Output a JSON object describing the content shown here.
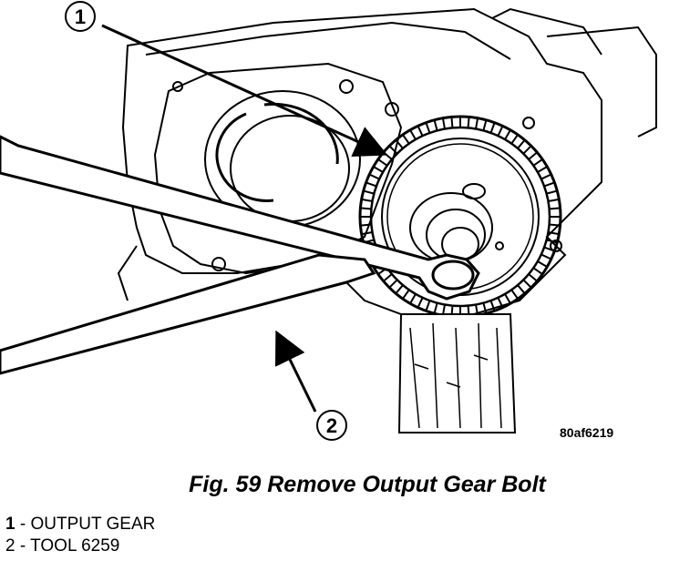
{
  "figure": {
    "callouts": [
      {
        "id": "1",
        "target": "output-gear"
      },
      {
        "id": "2",
        "target": "tool-6259"
      }
    ],
    "id_code": "80af6219"
  },
  "caption": "Fig. 59 Remove Output Gear Bolt",
  "legend": [
    {
      "num": "1",
      "sep": " - ",
      "label": "OUTPUT GEAR"
    },
    {
      "num": "2",
      "sep": " - ",
      "label": "TOOL 6259"
    }
  ]
}
